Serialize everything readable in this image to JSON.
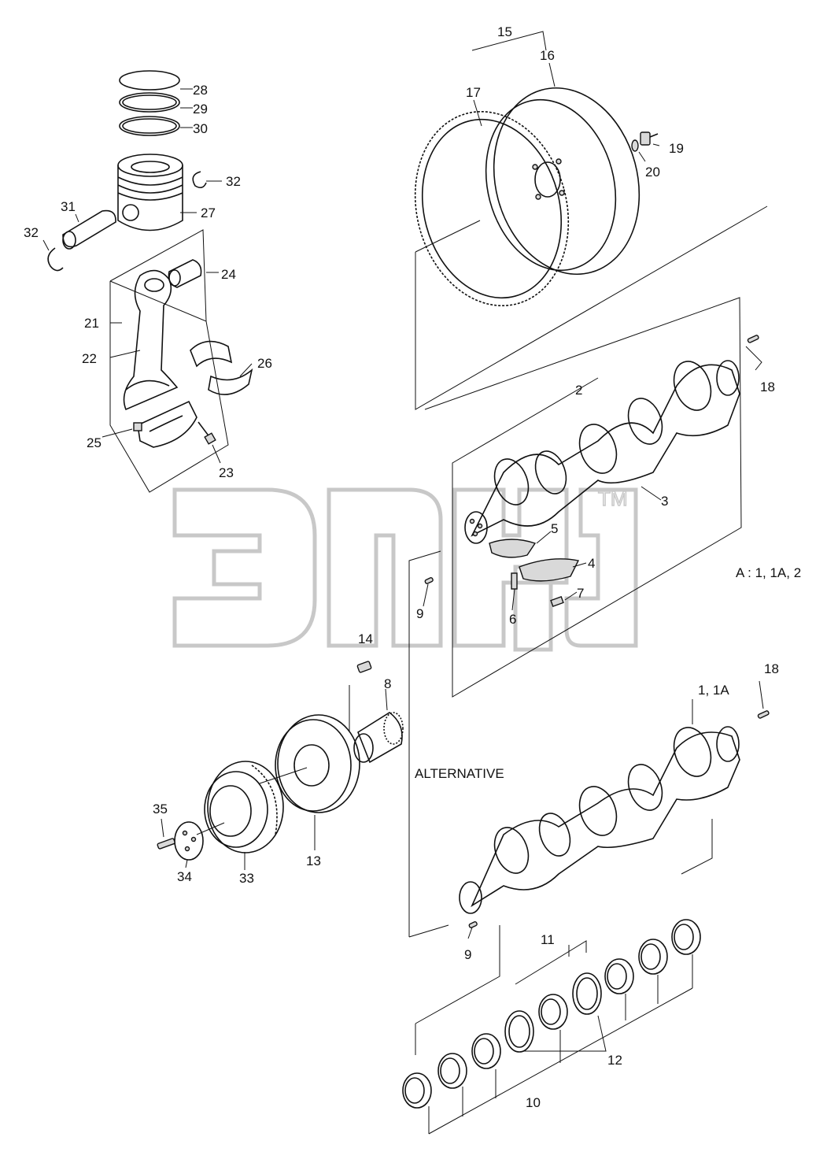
{
  "labels": {
    "n1_1A": "1, 1A",
    "n2": "2",
    "n3": "3",
    "n4": "4",
    "n5": "5",
    "n6": "6",
    "n7": "7",
    "n8": "8",
    "n9a": "9",
    "n9b": "9",
    "n10": "10",
    "n11": "11",
    "n12": "12",
    "n13": "13",
    "n14": "14",
    "n15": "15",
    "n16": "16",
    "n17": "17",
    "n18a": "18",
    "n18b": "18",
    "n19": "19",
    "n20": "20",
    "n21": "21",
    "n22": "22",
    "n23": "23",
    "n24": "24",
    "n25": "25",
    "n26": "26",
    "n27": "27",
    "n28": "28",
    "n29": "29",
    "n30": "30",
    "n31": "31",
    "n32a": "32",
    "n32b": "32",
    "n33": "33",
    "n34": "34",
    "n35": "35"
  },
  "notes": {
    "alternative": "ALTERNATIVE",
    "variants": "A : 1, 1A, 2"
  },
  "watermark": {
    "tm": "TM"
  },
  "icons": {
    "watermark_logo": "epc-logo-watermark"
  }
}
